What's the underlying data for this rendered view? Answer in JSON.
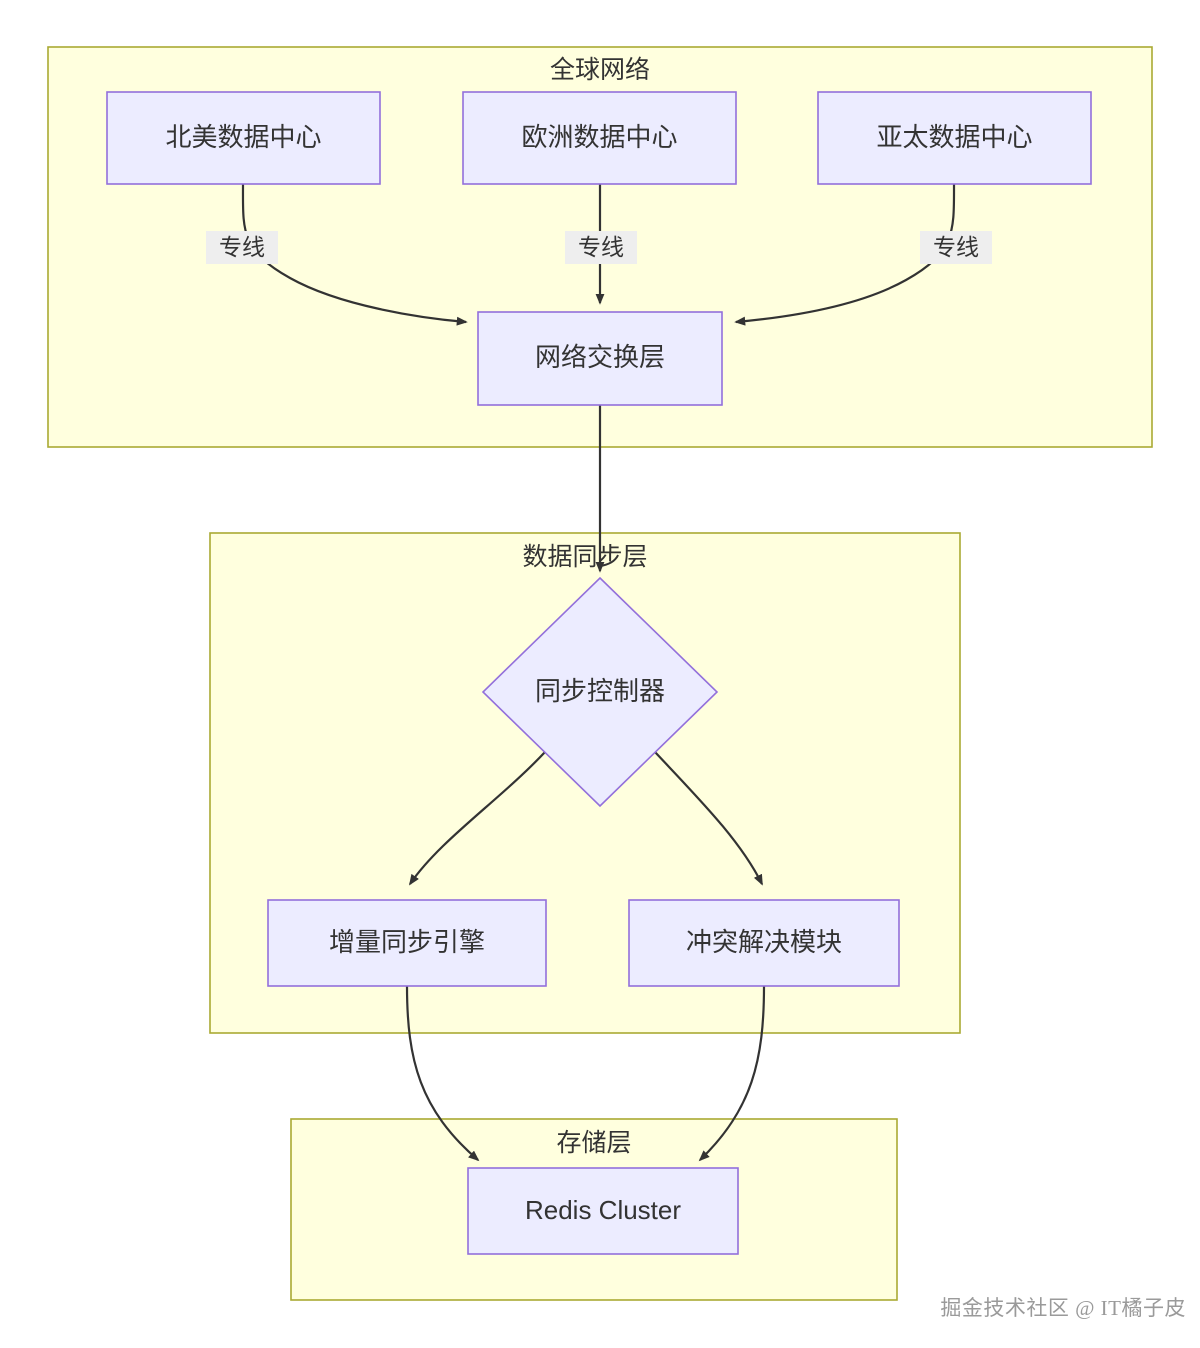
{
  "diagram": {
    "type": "flowchart",
    "title": "",
    "colors": {
      "cluster_fill": "#ffffde",
      "cluster_stroke": "#aaaa33",
      "node_fill": "#ececff",
      "node_stroke": "#9370db",
      "edge_stroke": "#333333",
      "text": "#333333",
      "edge_label_bg": "#eeeeee",
      "background": "#ffffff"
    },
    "clusters": [
      {
        "id": "global-network",
        "label": "全球网络"
      },
      {
        "id": "data-sync-layer",
        "label": "数据同步层"
      },
      {
        "id": "storage-layer",
        "label": "存储层"
      }
    ],
    "nodes": [
      {
        "id": "na-dc",
        "label": "北美数据中心",
        "shape": "rect",
        "cluster": "global-network"
      },
      {
        "id": "eu-dc",
        "label": "欧洲数据中心",
        "shape": "rect",
        "cluster": "global-network"
      },
      {
        "id": "apac-dc",
        "label": "亚太数据中心",
        "shape": "rect",
        "cluster": "global-network"
      },
      {
        "id": "switch-layer",
        "label": "网络交换层",
        "shape": "rect",
        "cluster": "global-network"
      },
      {
        "id": "sync-controller",
        "label": "同步控制器",
        "shape": "diamond",
        "cluster": "data-sync-layer"
      },
      {
        "id": "delta-sync-engine",
        "label": "增量同步引擎",
        "shape": "rect",
        "cluster": "data-sync-layer"
      },
      {
        "id": "conflict-module",
        "label": "冲突解决模块",
        "shape": "rect",
        "cluster": "data-sync-layer"
      },
      {
        "id": "redis-cluster",
        "label": "Redis Cluster",
        "shape": "rect",
        "cluster": "storage-layer"
      }
    ],
    "edges": [
      {
        "from": "na-dc",
        "to": "switch-layer",
        "label": "专线"
      },
      {
        "from": "eu-dc",
        "to": "switch-layer",
        "label": "专线"
      },
      {
        "from": "apac-dc",
        "to": "switch-layer",
        "label": "专线"
      },
      {
        "from": "switch-layer",
        "to": "sync-controller",
        "label": ""
      },
      {
        "from": "sync-controller",
        "to": "delta-sync-engine",
        "label": ""
      },
      {
        "from": "sync-controller",
        "to": "conflict-module",
        "label": ""
      },
      {
        "from": "delta-sync-engine",
        "to": "redis-cluster",
        "label": ""
      },
      {
        "from": "conflict-module",
        "to": "redis-cluster",
        "label": ""
      }
    ]
  },
  "watermark": {
    "text": "掘金技术社区 @ IT橘子皮"
  }
}
